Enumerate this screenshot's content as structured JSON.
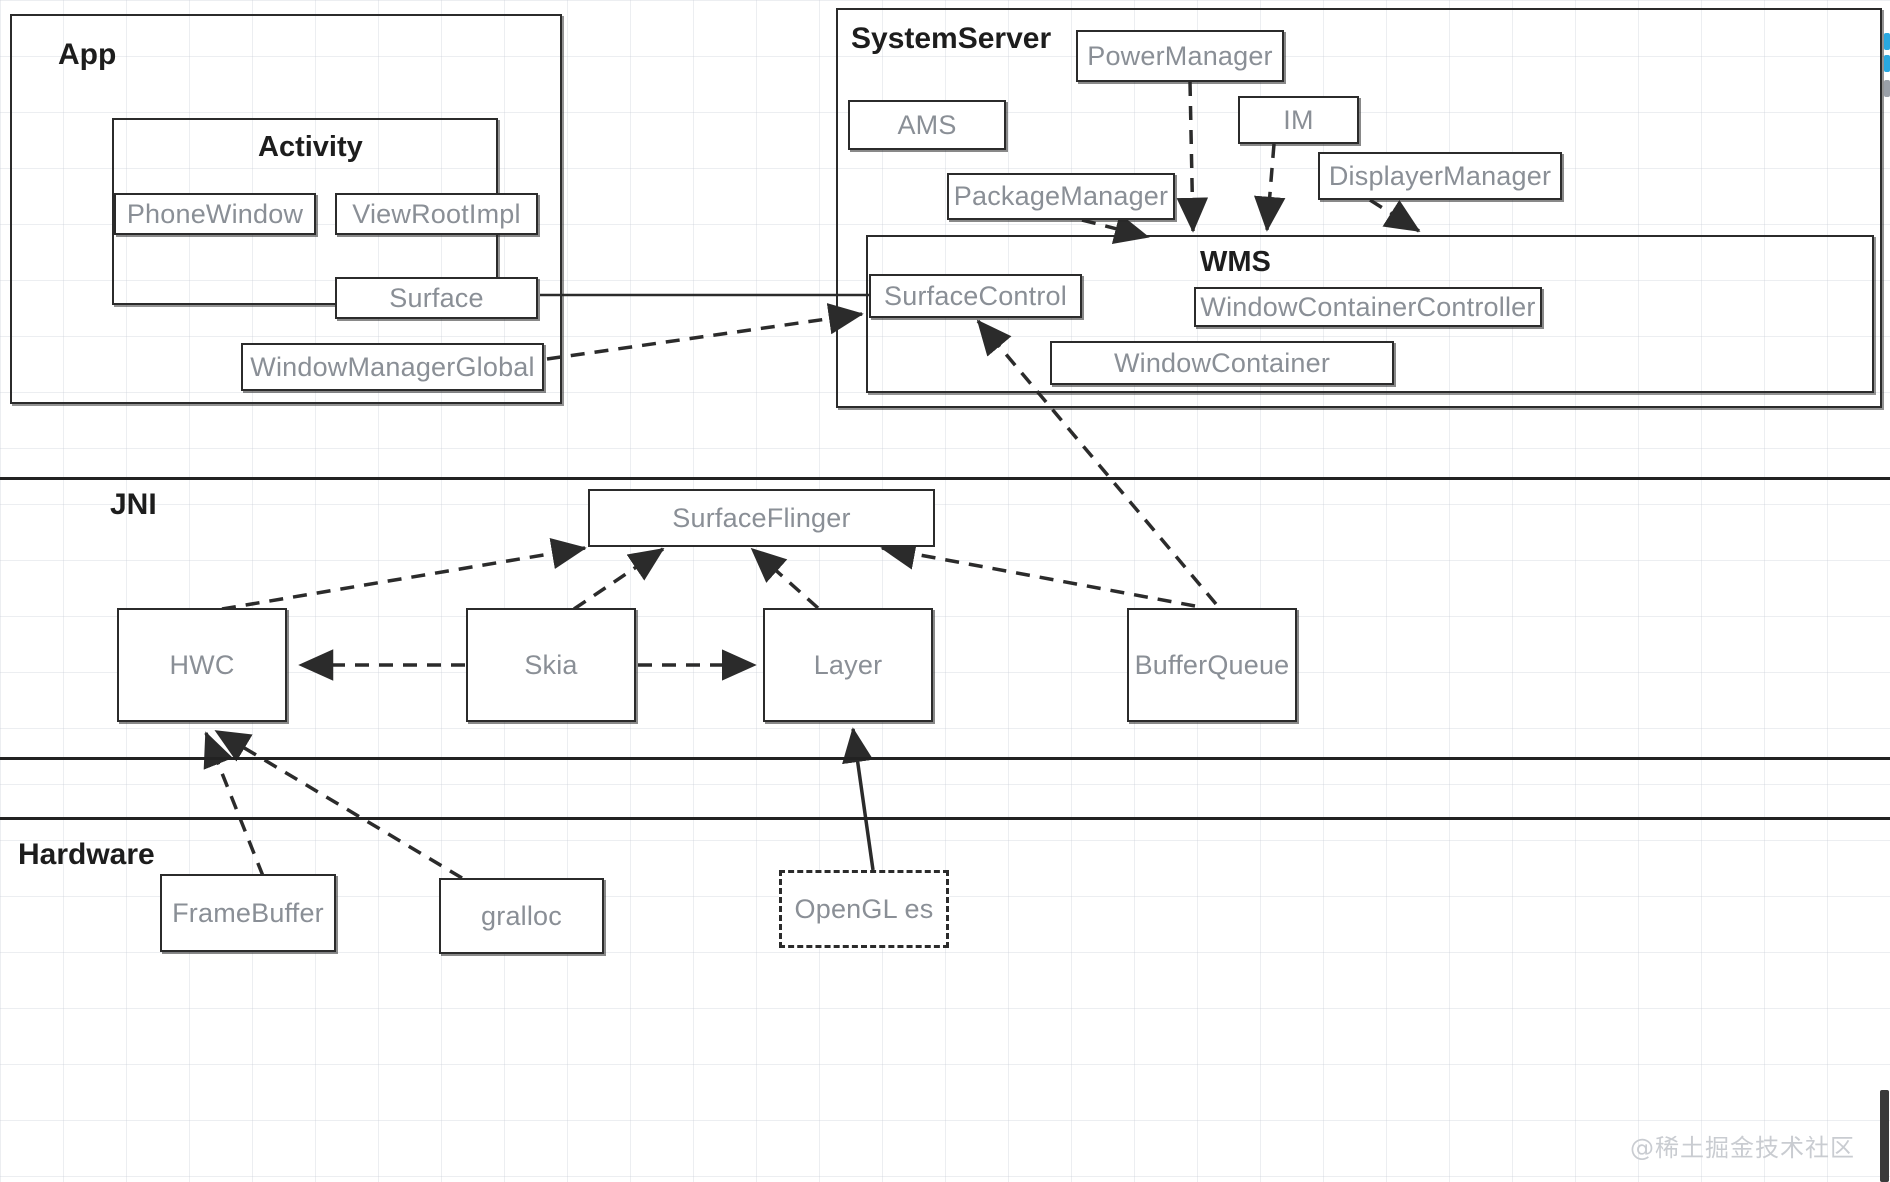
{
  "meta": {
    "watermark": "@稀土掘金技术社区",
    "colors": {
      "stroke": "#2b2b2b",
      "node_text": "#8a8f96",
      "title_text": "#1d1d1d",
      "background": "#ffffff",
      "grid": "#c8cdd7",
      "accent_blue": "#29a8e0",
      "watermark": "#c9ccd1"
    }
  },
  "bands": [
    {
      "id": "band-app-systemserver",
      "label": ""
    },
    {
      "id": "band-jni",
      "label": "JNI"
    },
    {
      "id": "band-hardware",
      "label": "Hardware"
    }
  ],
  "panels": {
    "app": {
      "title": "App",
      "children": {
        "activity": {
          "title": "Activity",
          "nodes": [
            {
              "id": "phonewindow",
              "label": "PhoneWindow"
            },
            {
              "id": "viewrootimpl",
              "label": "ViewRootImpl"
            },
            {
              "id": "surface",
              "label": "Surface"
            }
          ]
        },
        "nodes": [
          {
            "id": "windowmanagerglobal",
            "label": "WindowManagerGlobal"
          }
        ]
      }
    },
    "systemserver": {
      "title": "SystemServer",
      "nodes": [
        {
          "id": "ams",
          "label": "AMS"
        },
        {
          "id": "powermanager",
          "label": "PowerManager"
        },
        {
          "id": "im",
          "label": "IM"
        },
        {
          "id": "displayermanager",
          "label": "DisplayerManager"
        },
        {
          "id": "packagemanager",
          "label": "PackageManager"
        }
      ],
      "children": {
        "wms": {
          "title": "WMS",
          "nodes": [
            {
              "id": "surfacecontrol",
              "label": "SurfaceControl"
            },
            {
              "id": "windowcontainercontroller",
              "label": "WindowContainerController"
            },
            {
              "id": "windowcontainer",
              "label": "WindowContainer"
            }
          ]
        }
      }
    },
    "jni": {
      "title": "JNI",
      "nodes": [
        {
          "id": "surfaceflinger",
          "label": "SurfaceFlinger"
        },
        {
          "id": "hwc",
          "label": "HWC"
        },
        {
          "id": "skia",
          "label": "Skia"
        },
        {
          "id": "layer",
          "label": "Layer"
        },
        {
          "id": "bufferqueue",
          "label": "BufferQueue"
        }
      ]
    },
    "hardware": {
      "title": "Hardware",
      "nodes": [
        {
          "id": "framebuffer",
          "label": "FrameBuffer"
        },
        {
          "id": "gralloc",
          "label": "gralloc"
        },
        {
          "id": "opengles",
          "label": "OpenGL es"
        }
      ]
    }
  },
  "edges": [
    {
      "from": "surface",
      "to": "surfacecontrol",
      "style": "solid",
      "arrow": "none"
    },
    {
      "from": "windowmanagerglobal",
      "to": "surfacecontrol",
      "style": "dashed",
      "arrow": "end"
    },
    {
      "from": "packagemanager",
      "to": "wms",
      "style": "dashed",
      "arrow": "end"
    },
    {
      "from": "powermanager",
      "to": "wms",
      "style": "dashed",
      "arrow": "end"
    },
    {
      "from": "im",
      "to": "wms",
      "style": "dashed",
      "arrow": "end"
    },
    {
      "from": "displayermanager",
      "to": "wms",
      "style": "dashed",
      "arrow": "end"
    },
    {
      "from": "bufferqueue",
      "to": "surfacecontrol",
      "style": "dashed",
      "arrow": "end"
    },
    {
      "from": "hwc",
      "to": "surfaceflinger",
      "style": "dashed",
      "arrow": "end"
    },
    {
      "from": "skia",
      "to": "surfaceflinger",
      "style": "dashed",
      "arrow": "end"
    },
    {
      "from": "layer",
      "to": "surfaceflinger",
      "style": "dashed",
      "arrow": "end"
    },
    {
      "from": "bufferqueue",
      "to": "surfaceflinger",
      "style": "dashed",
      "arrow": "end"
    },
    {
      "from": "skia",
      "to": "hwc",
      "style": "dashed",
      "arrow": "end"
    },
    {
      "from": "skia",
      "to": "layer",
      "style": "dashed",
      "arrow": "end"
    },
    {
      "from": "framebuffer",
      "to": "hwc",
      "style": "dashed",
      "arrow": "end"
    },
    {
      "from": "gralloc",
      "to": "hwc",
      "style": "dashed",
      "arrow": "end"
    },
    {
      "from": "opengles",
      "to": "layer",
      "style": "solid",
      "arrow": "end"
    }
  ]
}
